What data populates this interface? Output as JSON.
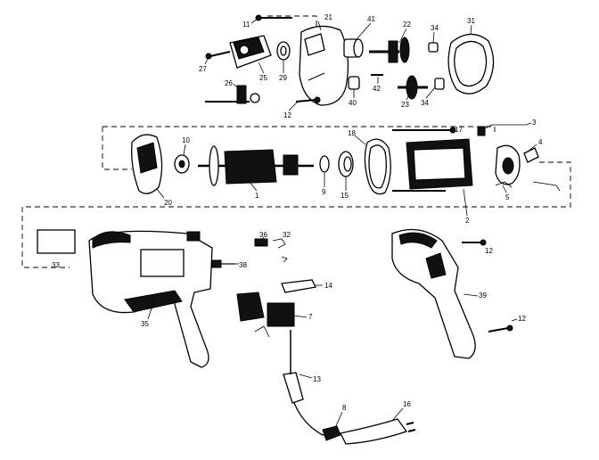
{
  "labels": [
    {
      "id": "p11a",
      "text": "11"
    },
    {
      "id": "p21",
      "text": "21"
    },
    {
      "id": "p41",
      "text": "41"
    },
    {
      "id": "p22",
      "text": "22"
    },
    {
      "id": "p34a",
      "text": "34"
    },
    {
      "id": "p31",
      "text": "31"
    },
    {
      "id": "p27",
      "text": "27"
    },
    {
      "id": "p25",
      "text": "25"
    },
    {
      "id": "p29",
      "text": "29"
    },
    {
      "id": "p26",
      "text": "26"
    },
    {
      "id": "p12a",
      "text": "12"
    },
    {
      "id": "p42",
      "text": "42"
    },
    {
      "id": "p40",
      "text": "40"
    },
    {
      "id": "p23",
      "text": "23"
    },
    {
      "id": "p34b",
      "text": "34"
    },
    {
      "id": "p3",
      "text": "3"
    },
    {
      "id": "p17",
      "text": "17"
    },
    {
      "id": "p18",
      "text": "18"
    },
    {
      "id": "p10",
      "text": "10"
    },
    {
      "id": "p4",
      "text": "4"
    },
    {
      "id": "p20",
      "text": "20"
    },
    {
      "id": "p1",
      "text": "1"
    },
    {
      "id": "p9",
      "text": "9"
    },
    {
      "id": "p15",
      "text": "15"
    },
    {
      "id": "p5",
      "text": "5"
    },
    {
      "id": "p2",
      "text": "2"
    },
    {
      "id": "p33",
      "text": "33"
    },
    {
      "id": "p36",
      "text": "36"
    },
    {
      "id": "p32",
      "text": "32"
    },
    {
      "id": "p12b",
      "text": "12"
    },
    {
      "id": "p38",
      "text": "38"
    },
    {
      "id": "p14",
      "text": "14"
    },
    {
      "id": "p39",
      "text": "39"
    },
    {
      "id": "p35",
      "text": "35"
    },
    {
      "id": "p7",
      "text": "7"
    },
    {
      "id": "p12c",
      "text": "12"
    },
    {
      "id": "p13",
      "text": "13"
    },
    {
      "id": "p8",
      "text": "8"
    },
    {
      "id": "p16",
      "text": "16"
    }
  ]
}
